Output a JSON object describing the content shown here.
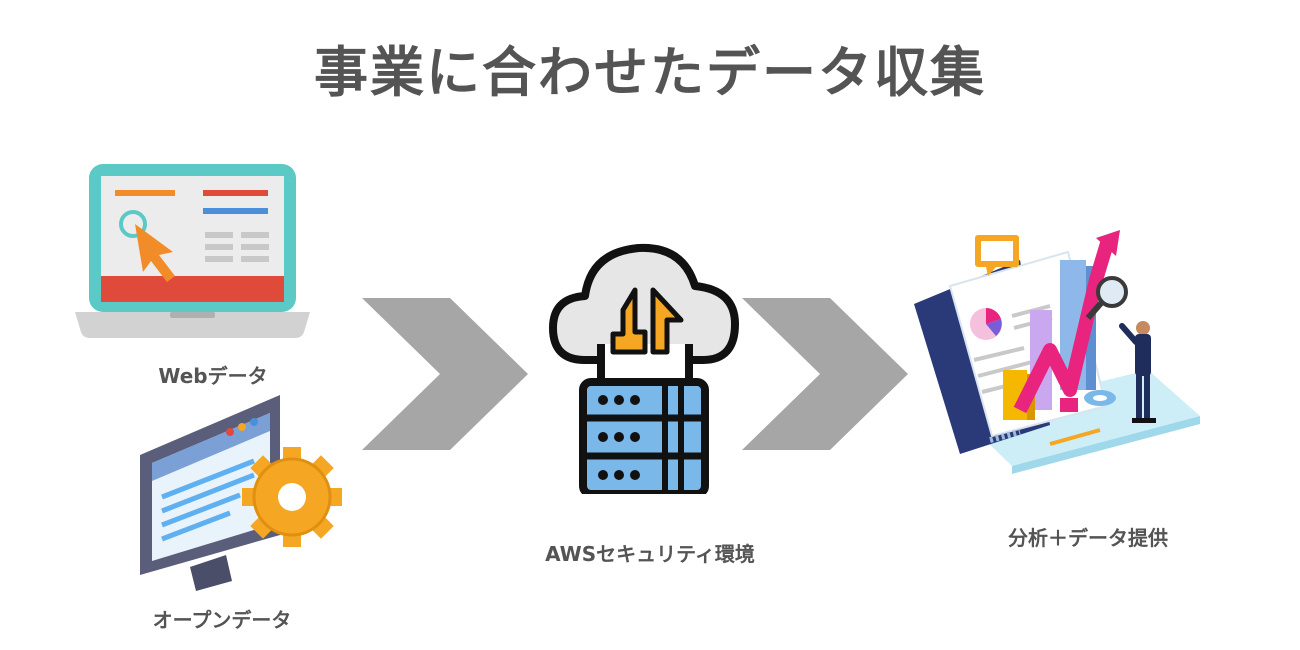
{
  "title": "事業に合わせたデータ収集",
  "sources": {
    "web_label": "Webデータ",
    "open_label": "オープンデータ"
  },
  "center": {
    "label": "AWSセキュリティ環境"
  },
  "output": {
    "label": "分析＋データ提供"
  },
  "colors": {
    "title_text": "#545454",
    "arrow_gray": "#a6a6a6",
    "laptop_teal": "#5bc9c6",
    "cursor_orange": "#f28c28",
    "accent_red": "#e04a3a",
    "accent_blue": "#4a8fd8",
    "server_blue": "#7bb8ea",
    "cloud_gray": "#e6e6e6",
    "gear_orange": "#f5a623",
    "chart_pink": "#e8247e"
  }
}
